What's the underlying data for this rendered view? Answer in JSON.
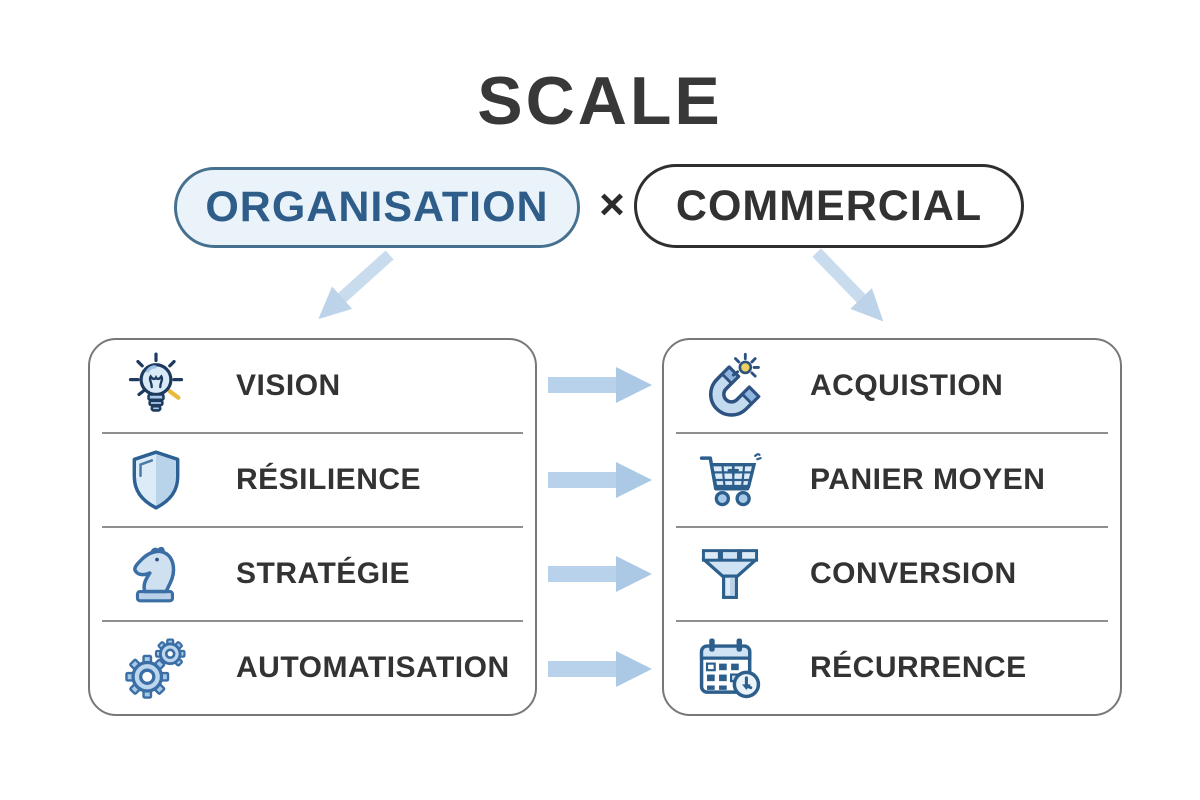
{
  "title": "SCALE",
  "multiply_sign": "×",
  "pills": {
    "organisation": "ORGANISATION",
    "commercial": "COMMERCIAL"
  },
  "boxes": {
    "left": {
      "items": [
        {
          "icon": "lightbulb-icon",
          "label": "VISION"
        },
        {
          "icon": "shield-icon",
          "label": "RÉSILIENCE"
        },
        {
          "icon": "chess-knight-icon",
          "label": "STRATÉGIE"
        },
        {
          "icon": "gears-icon",
          "label": "AUTOMATISATION"
        }
      ]
    },
    "right": {
      "items": [
        {
          "icon": "magnet-icon",
          "label": "ACQUISTION"
        },
        {
          "icon": "shopping-cart-icon",
          "label": "PANIER MOYEN"
        },
        {
          "icon": "funnel-icon",
          "label": "CONVERSION"
        },
        {
          "icon": "calendar-clock-icon",
          "label": "RÉCURRENCE"
        }
      ]
    }
  },
  "colors": {
    "accent_blue_text": "#2f5d8a",
    "pill_fill_blue": "#eaf2fa",
    "pill_border_blue": "#46708f",
    "icon_outline_navy": "#27486e",
    "icon_outline_blue": "#3a6ea5",
    "icon_fill_light": "#d2e4f4",
    "icon_fill_mid": "#a9c9e8",
    "highlight_yellow": "#e9b93a",
    "arrow_blue": "#b7d2ea",
    "diag_arrow_blue": "#c9dcee",
    "text_dark": "#333333",
    "box_border_gray": "#787878"
  }
}
